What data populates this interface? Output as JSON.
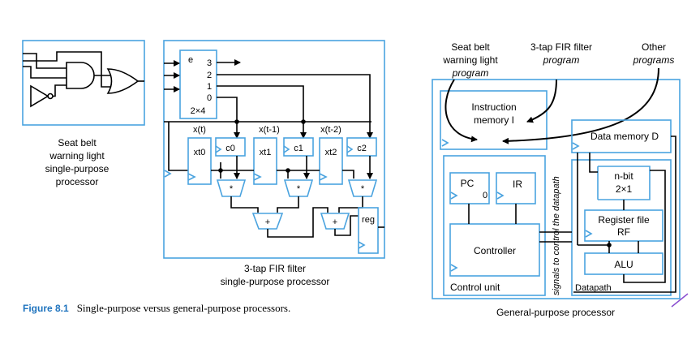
{
  "seatbelt": {
    "label_lines": [
      "Seat belt",
      "warning light",
      "single-purpose",
      "processor"
    ]
  },
  "fir": {
    "decoder": {
      "enable": "e",
      "outputs": [
        "3",
        "2",
        "1",
        "0"
      ],
      "size": "2×4"
    },
    "taps": [
      "x(t)",
      "x(t-1)",
      "x(t-2)"
    ],
    "x_registers": [
      "xt0",
      "xt1",
      "xt2"
    ],
    "c_registers": [
      "c0",
      "c1",
      "c2"
    ],
    "multiplier": "*",
    "adder": "+",
    "reg": "reg",
    "label_lines": [
      "3-tap FIR filter",
      "single-purpose processor"
    ]
  },
  "caption": {
    "number": "Figure 8.1",
    "text": "Single-purpose versus general-purpose processors."
  },
  "gpp": {
    "programs": [
      {
        "line1": "Seat belt",
        "line2": "warning light",
        "line3": "program"
      },
      {
        "line1": "3-tap FIR filter",
        "line2": "program"
      },
      {
        "line1": "Other",
        "line2": "programs"
      }
    ],
    "imem_lines": [
      "Instruction",
      "memory I"
    ],
    "dmem": "Data memory D",
    "pc": "PC",
    "pc_sub": "0",
    "ir": "IR",
    "controller": "Controller",
    "control_unit": "Control unit",
    "signals": "signals to control the datapath",
    "mux_lines": [
      "n-bit",
      "2×1"
    ],
    "rf_lines": [
      "Register file",
      "RF"
    ],
    "alu": "ALU",
    "datapath": "Datapath",
    "label": "General-purpose processor"
  },
  "colors": {
    "box": "#4aa3df",
    "caption": "#1e73be"
  }
}
